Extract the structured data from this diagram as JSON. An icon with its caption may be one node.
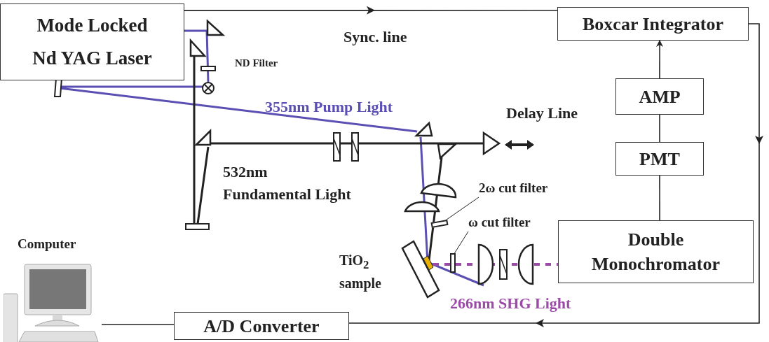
{
  "diagram": {
    "nodes": [
      {
        "text": [
          "Mode Locked Nd YAG Laser"
        ]
      },
      {
        "text": [
          "Boxcar Integrator"
        ]
      },
      {
        "text": [
          "AMP"
        ]
      },
      {
        "text": [
          "PMT"
        ]
      },
      {
        "text": [
          "Double Monochromator"
        ]
      },
      {
        "text": [
          "A/D Converter"
        ]
      },
      {
        "text": [
          "Computer"
        ]
      },
      {
        "text": [
          "2ω cut filter"
        ]
      },
      {
        "text": [],
        "shape": "box"
      },
      {
        "text": [
          "ω cut filter"
        ]
      },
      {
        "text": [],
        "shape": "box"
      }
    ],
    "edges": [
      {
        "from": 0,
        "to": 1,
        "arrow": "to",
        "label": "Sync. line"
      },
      {
        "from": 1,
        "to": 5,
        "arrow": "to"
      },
      {
        "from": 2,
        "to": 1,
        "arrow": "to"
      },
      {
        "from": 3,
        "to": 2,
        "arrow": "none"
      },
      {
        "from": 4,
        "to": 3,
        "arrow": "none"
      },
      {
        "from": 5,
        "to": 6,
        "arrow": "none"
      },
      {
        "from": 7,
        "to": 8,
        "arrow": "none"
      },
      {
        "from": 9,
        "to": 10,
        "arrow": "none"
      }
    ],
    "labels": [
      "ND Filter",
      "355nm Pump Light",
      "Delay Line",
      "532nm Fundamental Light",
      "TiO$_{2}$ sample",
      "266nm SHG Light"
    ]
  }
}
